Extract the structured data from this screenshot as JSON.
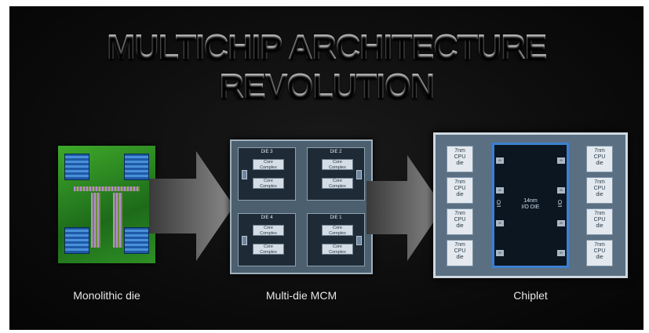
{
  "title": "MULTICHIP ARCHITECTURE REVOLUTION",
  "stages": [
    {
      "caption": "Monolithic die"
    },
    {
      "caption": "Multi-die MCM"
    },
    {
      "caption": "Chiplet"
    }
  ],
  "mcm": {
    "dies": [
      {
        "label": "DIE 3",
        "cc": [
          "Core\nComplex",
          "Core\nComplex"
        ]
      },
      {
        "label": "DIE 2",
        "cc": [
          "Core\nComplex",
          "Core\nComplex"
        ]
      },
      {
        "label": "DIE 4",
        "cc": [
          "Core\nComplex",
          "Core\nComplex"
        ]
      },
      {
        "label": "DIE 1",
        "cc": [
          "Core\nComplex",
          "Core\nComplex"
        ]
      }
    ]
  },
  "chiplet": {
    "cpu_die_label": "7nm\nCPU\ndie",
    "io_die_label": "14nm\nI/O DIE",
    "io_side_label": "I/O"
  },
  "colors": {
    "background": "#0c0c0c",
    "io_die_border": "#3c7fd1",
    "mcm_substrate": "#4c5f6e"
  }
}
